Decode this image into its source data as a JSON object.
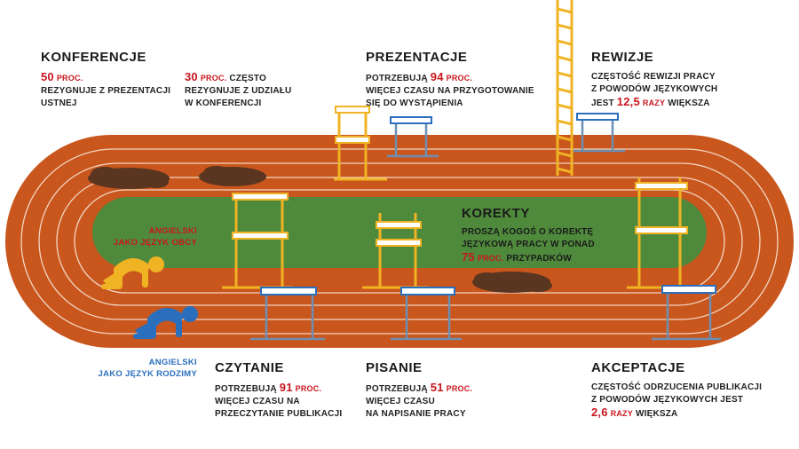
{
  "colors": {
    "track": "#c9561d",
    "track_dark": "#b44b17",
    "field": "#4f8a3c",
    "lane_line": "#f2d7c4",
    "accent_red": "#c8161d",
    "yellow": "#f0b323",
    "blue": "#2a6fbd",
    "mud": "#5a3520"
  },
  "lanes": {
    "foreign": {
      "line1": "ANGIELSKI",
      "line2": "JAKO JĘZYK OBCY"
    },
    "native": {
      "line1": "ANGIELSKI",
      "line2": "JAKO JĘZYK RODZIMY"
    }
  },
  "sections": {
    "konferencje": {
      "title": "KONFERENCJE",
      "stat_a": {
        "value": "50",
        "unit": "PROC.",
        "line1": "REZYGNUJE Z PREZENTACJI",
        "line2": "USTNEJ"
      },
      "stat_b": {
        "value": "30",
        "unit": "PROC.",
        "line1": "CZĘSTO",
        "line2": "REZYGNUJE Z UDZIAŁU",
        "line3": "W KONFERENCJI"
      }
    },
    "prezentacje": {
      "title": "PREZENTACJE",
      "pre": "POTRZEBUJĄ",
      "value": "94",
      "unit": "PROC.",
      "line2": "WIĘCEJ CZASU NA PRZYGOTOWANIE",
      "line3": "SIĘ DO WYSTĄPIENIA"
    },
    "rewizje": {
      "title": "REWIZJE",
      "line1": "CZĘSTOŚĆ REWIZJI PRACY",
      "line2": "Z POWODÓW JĘZYKOWYCH",
      "pre": "JEST",
      "value": "12,5",
      "unit": "RAZY",
      "post": "WIĘKSZA"
    },
    "korekty": {
      "title": "KOREKTY",
      "line1": "PROSZĄ KOGOŚ O KOREKTĘ",
      "line2": "JĘZYKOWĄ PRACY W PONAD",
      "value": "75",
      "unit": "PROC.",
      "post": "PRZYPADKÓW"
    },
    "czytanie": {
      "title": "CZYTANIE",
      "pre": "POTRZEBUJĄ",
      "value": "91",
      "unit": "PROC.",
      "line2": "WIĘCEJ CZASU NA",
      "line3": "PRZECZYTANIE PUBLIKACJI"
    },
    "pisanie": {
      "title": "PISANIE",
      "pre": "POTRZEBUJĄ",
      "value": "51",
      "unit": "PROC.",
      "line2": "WIĘCEJ CZASU",
      "line3": "NA NAPISANIE PRACY"
    },
    "akceptacje": {
      "title": "AKCEPTACJE",
      "line1": "CZĘSTOŚĆ ODRZUCENIA PUBLIKACJI",
      "line2": "Z POWODÓW JĘZYKOWYCH JEST",
      "value": "2,6",
      "unit": "RAZY",
      "post": "WIĘKSZA"
    }
  }
}
